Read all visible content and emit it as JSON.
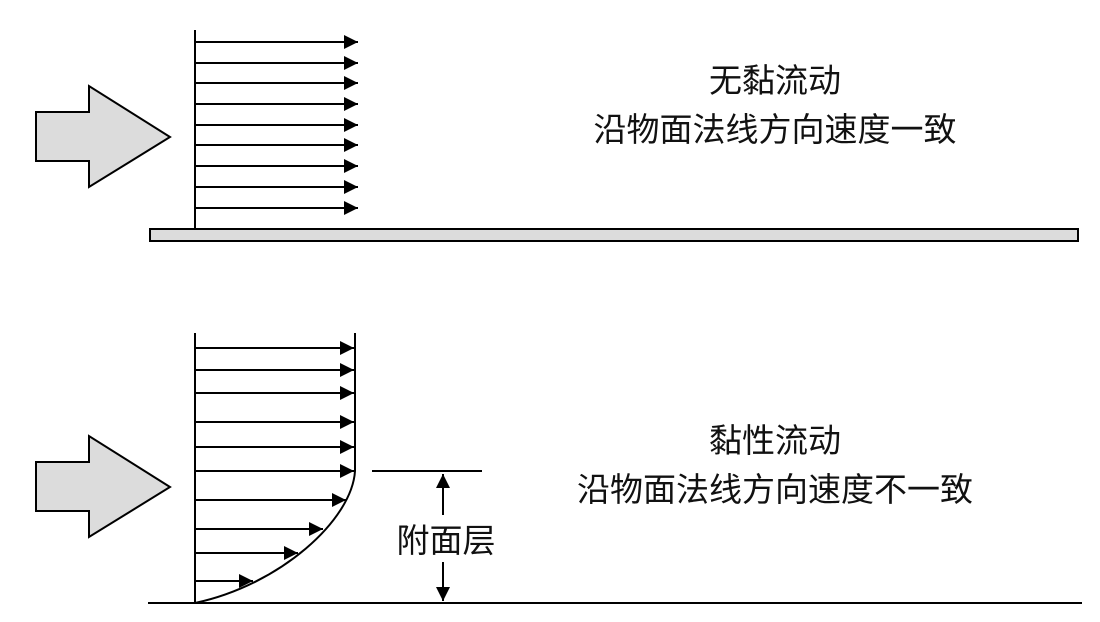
{
  "inviscid": {
    "title": "无黏流动",
    "subtitle": "沿物面法线方向速度一致"
  },
  "viscous": {
    "title": "黏性流动",
    "subtitle": "沿物面法线方向速度不一致",
    "layer_label": "附面层"
  },
  "colors": {
    "arrow_fill": "#dcdcdc",
    "line": "#000000"
  }
}
